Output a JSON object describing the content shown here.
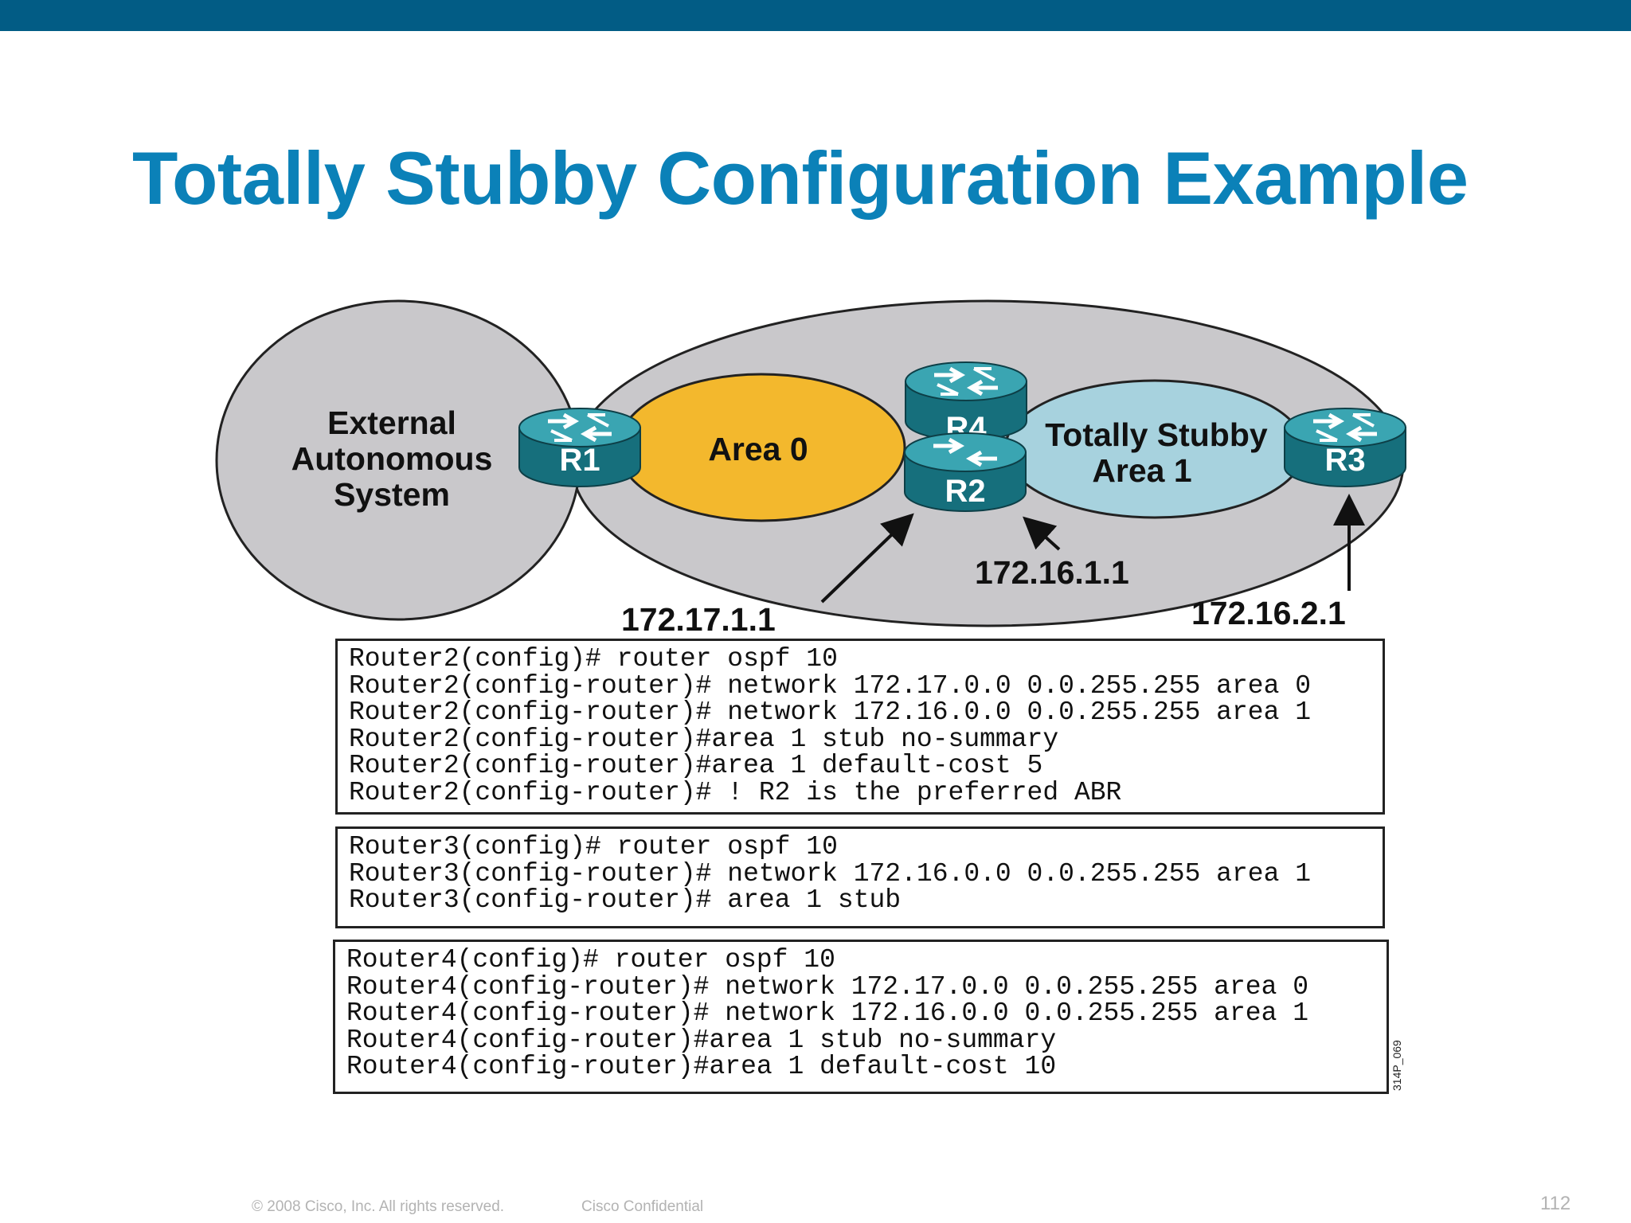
{
  "slide": {
    "title": "Totally Stubby Configuration Example"
  },
  "diagram": {
    "external_as": {
      "line1": "External",
      "line2": "Autonomous",
      "line3": "System",
      "color": "#c9c8cb"
    },
    "area0": {
      "label": "Area 0",
      "color": "#f3b82d"
    },
    "stub_area": {
      "line1": "Totally Stubby",
      "line2": "Area 1",
      "color": "#a7d2de"
    },
    "ospf_domain_color": "#c9c8cb",
    "routers": [
      {
        "id": "R1",
        "label": "R1"
      },
      {
        "id": "R4",
        "label": "R4"
      },
      {
        "id": "R2",
        "label": "R2"
      },
      {
        "id": "R3",
        "label": "R3"
      }
    ],
    "router_color": "#1f8c9b",
    "ip_labels": {
      "r2_area0": "172.17.1.1",
      "r2_area1": "172.16.1.1",
      "r3": "172.16.2.1"
    }
  },
  "configs": [
    {
      "router": "Router2",
      "lines": [
        "Router2(config)# router ospf 10",
        "Router2(config-router)# network 172.17.0.0 0.0.255.255 area 0",
        "Router2(config-router)# network 172.16.0.0 0.0.255.255 area 1",
        "Router2(config-router)#area 1 stub no-summary",
        "Router2(config-router)#area 1 default-cost 5",
        "Router2(config-router)# ! R2 is the preferred ABR"
      ]
    },
    {
      "router": "Router3",
      "lines": [
        "Router3(config)# router ospf 10",
        "Router3(config-router)# network 172.16.0.0 0.0.255.255 area 1",
        "Router3(config-router)# area 1 stub"
      ]
    },
    {
      "router": "Router4",
      "lines": [
        "Router4(config)# router ospf 10",
        "Router4(config-router)# network 172.17.0.0 0.0.255.255 area 0",
        "Router4(config-router)# network 172.16.0.0 0.0.255.255 area 1",
        "Router4(config-router)#area 1 stub no-summary",
        "Router4(config-router)#area 1 default-cost 10"
      ]
    }
  ],
  "figure_id": "314P_069",
  "footer": {
    "copyright": "© 2008 Cisco, Inc. All rights reserved.",
    "confidential": "Cisco Confidential",
    "page_number": "112"
  }
}
